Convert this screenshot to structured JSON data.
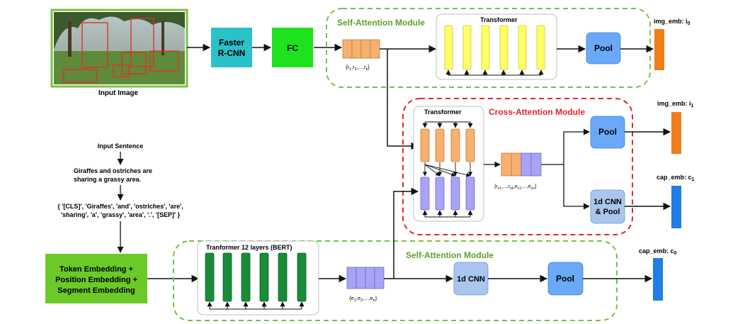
{
  "input_image": {
    "caption": "Input Image"
  },
  "image_branch": {
    "detector": [
      "Faster",
      "R-CNN"
    ],
    "fc": "FC",
    "region_features": {
      "prefix": "{r",
      "sub1": "1",
      "sep1": ",r",
      "sub2": "2",
      "sep2": ",...,r",
      "subk": "k",
      "suffix": "}"
    }
  },
  "self_attention_image": {
    "title": "Self-Attention Module",
    "transformer_label": "Transformer",
    "pool": "Pool",
    "output": {
      "text": "img_emb: i",
      "sub": "0"
    }
  },
  "cross_attention": {
    "title": "Cross-Attention Module",
    "transformer_label": "Transformer",
    "joint_features": {
      "p1": "{r",
      "s1": "c1",
      "p2": ",...,r",
      "s2": "ck",
      "p3": ",e",
      "s3": "c1",
      "p4": ",...,e",
      "s4": "cn",
      "p5": "}"
    },
    "pool": "Pool",
    "cnn_pool": [
      "1d CNN",
      "& Pool"
    ],
    "img_output": {
      "text": "img_emb: i",
      "sub": "1"
    },
    "cap_output": {
      "text": "cap_emb: c",
      "sub": "1"
    }
  },
  "text_branch": {
    "input_label": "Input Sentence",
    "sentence": [
      "Giraffes and ostriches are",
      "sharing a grassy area."
    ],
    "tokens": [
      "{ '[CLS]', 'Giraffes', 'and', 'ostriches', 'are',",
      "'sharing', 'a', 'grassy', 'area', '.', '[SEP]' }"
    ],
    "embedding": [
      "Token Embedding +",
      "Position Embedding +",
      "Segment Embedding"
    ]
  },
  "self_attention_text": {
    "title": "Self-Attention Module",
    "bert_label": "Tranformer 12 layers (BERT)",
    "word_features": {
      "prefix": "{e",
      "sub1": "1",
      "sep1": ",e",
      "sub2": "2",
      "sep2": ",...,e",
      "subn": "n",
      "suffix": "}"
    },
    "cnn": "1d CNN",
    "pool": "Pool",
    "output": {
      "text": "cap_emb: c",
      "sub": "0"
    }
  },
  "colors": {
    "green_dash": "#7bc142",
    "red_dash": "#e4262b",
    "cyan": "#2bc1c9",
    "bright_green": "#1ee21e",
    "orange": "#f6b06f",
    "yellow": "#ffff66",
    "pool_blue": "#6aa9f7",
    "purple": "#a8a3f5",
    "dark_green": "#198c3a",
    "emb_green": "#6bc928",
    "cnn_blue": "#a9c6ee",
    "out_orange": "#f07d1a",
    "out_blue": "#1f7de4",
    "title_green": "#5aa12a",
    "title_red": "#e4262b"
  }
}
